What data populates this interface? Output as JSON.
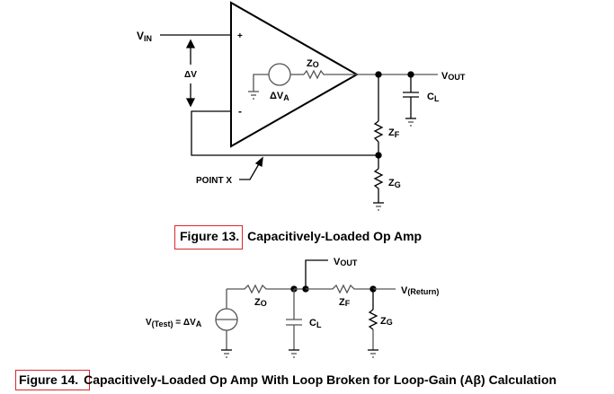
{
  "colors": {
    "ink": "#000000",
    "wire_gray": "#555555",
    "highlight_box": "#d7282f",
    "background": "#ffffff"
  },
  "figure13": {
    "number": "Figure 13.",
    "title": "Capacitively-Loaded Op Amp",
    "labels": {
      "vin_main": "V",
      "vin_sub": "IN",
      "plus": "+",
      "minus": "-",
      "delta_v": "ΔV",
      "zo_main": "Z",
      "zo_sub": "O",
      "dva_main": "ΔV",
      "dva_sub": "A",
      "vout_main": "V",
      "vout_sub": "OUT",
      "cl_main": "C",
      "cl_sub": "L",
      "zf_main": "Z",
      "zf_sub": "F",
      "zg_main": "Z",
      "zg_sub": "G",
      "point_x": "POINT X"
    }
  },
  "figure14": {
    "number": "Figure 14.",
    "title": "Capacitively-Loaded Op Amp With Loop Broken for Loop-Gain (Aβ) Calculation",
    "labels": {
      "vtest_main": "V",
      "vtest_sub": "(Test)",
      "vtest_eq": " = ΔV",
      "vtest_eq_sub": "A",
      "zo_main": "Z",
      "zo_sub": "O",
      "cl_main": "C",
      "cl_sub": "L",
      "vout_main": "V",
      "vout_sub": "OUT",
      "zf_main": "Z",
      "zf_sub": "F",
      "zg_main": "Z",
      "zg_sub": "G",
      "vreturn_main": "V",
      "vreturn_sub": "(Return)"
    }
  }
}
